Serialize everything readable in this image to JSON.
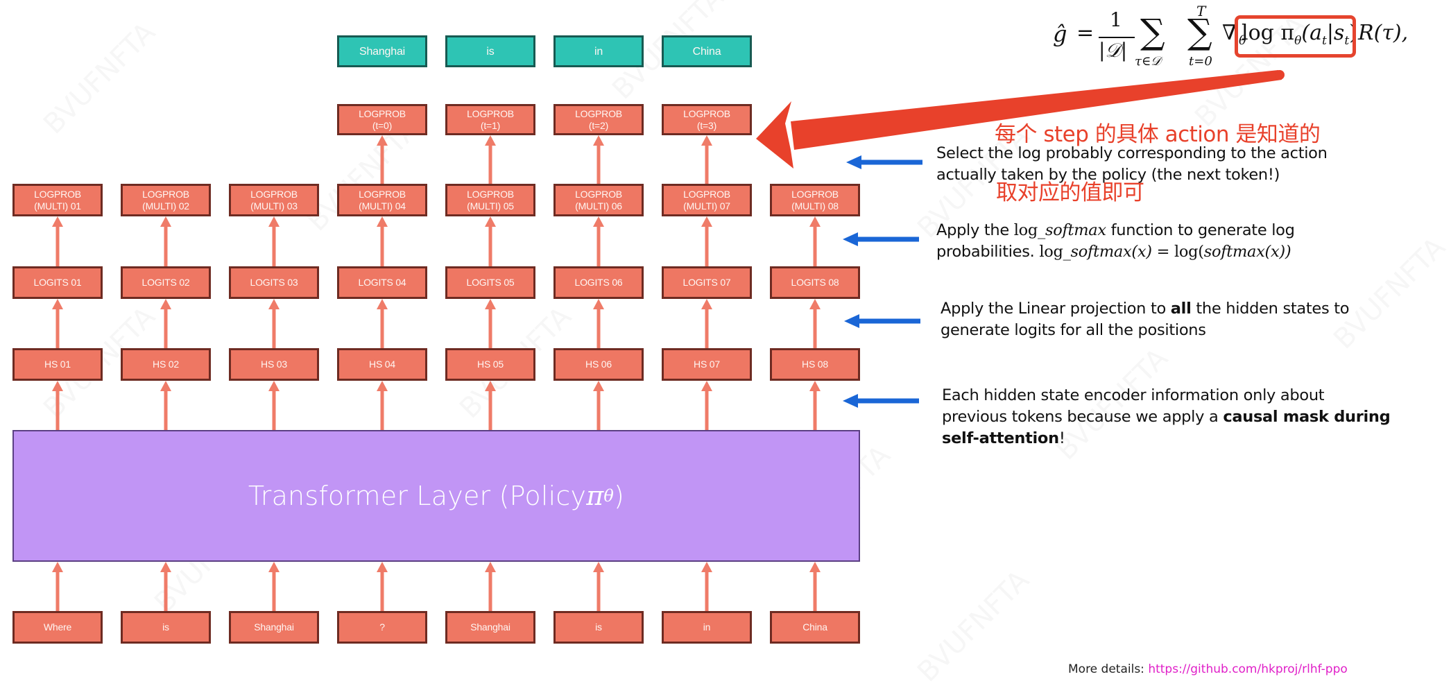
{
  "formula": {
    "lhs": "ĝ",
    "equals": "=",
    "frac_num": "1",
    "frac_den": "|𝒟|",
    "sum1_sub": "τ∈𝒟",
    "sum2_sup": "T",
    "sum2_sub": "t=0",
    "sum_symbol": "∑",
    "nabla": "∇",
    "nabla_sub": "θ",
    "highlighted": "log π",
    "highlighted_sub": "θ",
    "highlighted_args": "(a",
    "highlighted_args_sub1": "t",
    "highlighted_args_mid": "|s",
    "highlighted_args_sub2": "t",
    "highlighted_args_end": ")",
    "tail": "R(τ),"
  },
  "annotations_cn": {
    "line1": "每个 step 的具体 action 是知道的",
    "line2": "取对应的值即可"
  },
  "notes": [
    {
      "id": "select-logprob",
      "lines": [
        "Select the log probably corresponding to the action",
        "actually taken by the policy (the next token!)"
      ]
    },
    {
      "id": "log-softmax",
      "line1_pre": "Apply the ",
      "line1_math_fn": "log",
      "line1_math_italic": "_softmax",
      "line1_post": " function to generate log",
      "line2_pre": "probabilities. ",
      "line2_math": "log_softmax(x)  =  log(softmax(x))",
      "line2_math_lhs_fn": "log",
      "line2_math_lhs_it": "_softmax",
      "line2_math_lhs_arg": "(x)",
      "line2_math_eq": " = ",
      "line2_math_rhs_fn": "log(",
      "line2_math_rhs_it": "softmax",
      "line2_math_rhs_arg": "(x))"
    },
    {
      "id": "linear-projection",
      "line1_pre": "Apply the Linear projection to ",
      "line1_bold": "all",
      "line1_post": " the hidden states to",
      "line2": "generate logits for all the positions"
    },
    {
      "id": "causal-mask",
      "line1": "Each hidden state encoder information only about",
      "line2_pre": "previous tokens because we apply a ",
      "line2_bold": "causal mask during",
      "line3_bold": "self-attention",
      "line3_post": "!"
    }
  ],
  "diagram": {
    "output_tokens": [
      "Shanghai",
      "is",
      "in",
      "China"
    ],
    "logprob_selected": [
      {
        "label": "LOGPROB",
        "sub": "(t=0)"
      },
      {
        "label": "LOGPROB",
        "sub": "(t=1)"
      },
      {
        "label": "LOGPROB",
        "sub": "(t=2)"
      },
      {
        "label": "LOGPROB",
        "sub": "(t=3)"
      }
    ],
    "logprob_multi": [
      {
        "label": "LOGPROB",
        "sub": "(MULTI) 01"
      },
      {
        "label": "LOGPROB",
        "sub": "(MULTI) 02"
      },
      {
        "label": "LOGPROB",
        "sub": "(MULTI) 03"
      },
      {
        "label": "LOGPROB",
        "sub": "(MULTI) 04"
      },
      {
        "label": "LOGPROB",
        "sub": "(MULTI) 05"
      },
      {
        "label": "LOGPROB",
        "sub": "(MULTI) 06"
      },
      {
        "label": "LOGPROB",
        "sub": "(MULTI) 07"
      },
      {
        "label": "LOGPROB",
        "sub": "(MULTI) 08"
      }
    ],
    "logits": [
      "LOGITS 01",
      "LOGITS 02",
      "LOGITS 03",
      "LOGITS 04",
      "LOGITS 05",
      "LOGITS 06",
      "LOGITS 07",
      "LOGITS 08"
    ],
    "hidden_states": [
      "HS 01",
      "HS 02",
      "HS 03",
      "HS 04",
      "HS 05",
      "HS 06",
      "HS 07",
      "HS 08"
    ],
    "transformer": {
      "label": "Transformer Layer (Policy ",
      "pi": "π",
      "sub": "θ",
      "close": ")"
    },
    "input_tokens": [
      "Where",
      "is",
      "Shanghai",
      "?",
      "Shanghai",
      "is",
      "in",
      "China"
    ]
  },
  "footer": {
    "prefix": "More details: ",
    "link": "https://github.com/hkproj/rlhf-ppo"
  },
  "watermark": "BVUFNFTA",
  "colors": {
    "box_fill": "#ee7763",
    "box_border": "#6e2b22",
    "output_fill": "#2ec4b4",
    "output_border": "#175a52",
    "transformer_fill": "#c195f5",
    "connector_arrow": "#ef7b68",
    "pointer_arrow_blue": "#1a66d6",
    "highlight_red": "#e8412b"
  }
}
